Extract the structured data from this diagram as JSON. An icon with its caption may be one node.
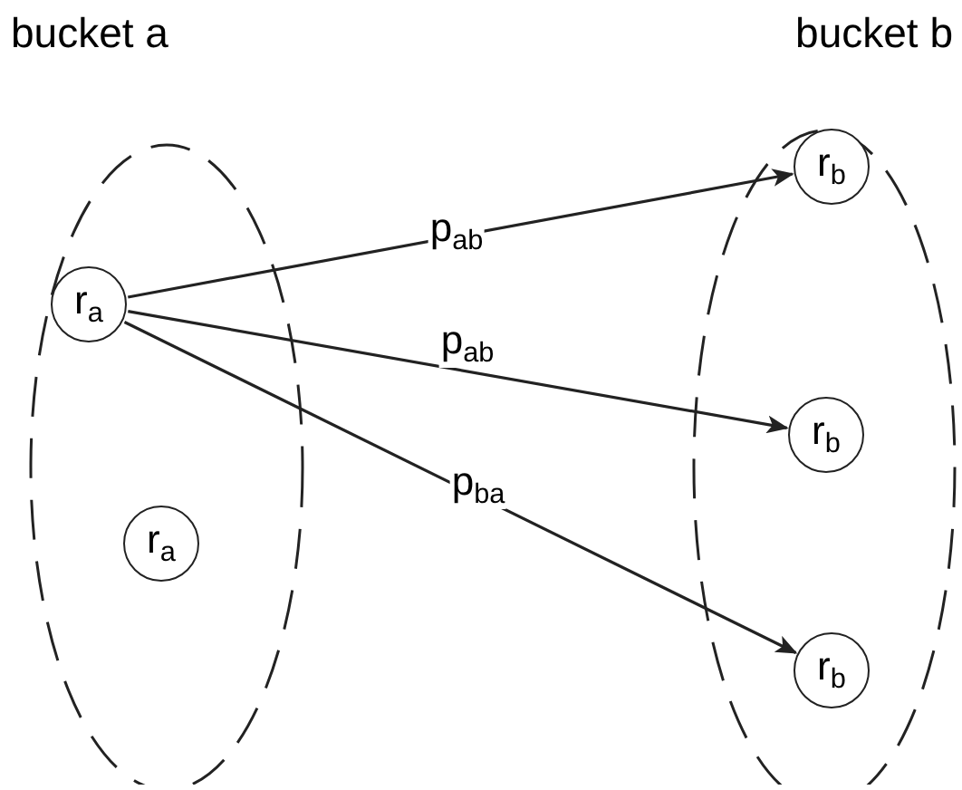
{
  "diagram": {
    "nodes": [
      {
        "text": [
          "bucket a"
        ]
      },
      {
        "text": [
          "r$_{a}$"
        ],
        "in": 0
      },
      {
        "text": [
          "r$_{a}$"
        ],
        "in": 0
      },
      {
        "text": [
          "bucket b"
        ]
      },
      {
        "text": [
          "r$_{b}$"
        ],
        "in": 3
      },
      {
        "text": [
          "r$_{b}$"
        ],
        "in": 3
      },
      {
        "text": [
          "r$_{b}$"
        ],
        "in": 3
      }
    ],
    "edges": [
      {
        "from": 1,
        "to": 4,
        "arrow": "to",
        "label": "p$_{ab}$"
      },
      {
        "from": 1,
        "to": 5,
        "arrow": "to",
        "label": "p$_{ab}$"
      },
      {
        "from": 1,
        "to": 6,
        "arrow": "to",
        "label": "p$_{ba}$"
      }
    ]
  }
}
